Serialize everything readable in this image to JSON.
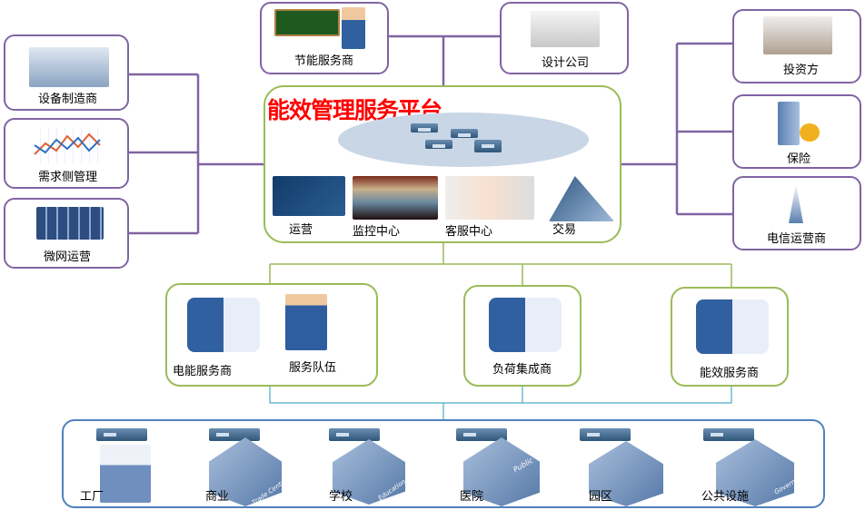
{
  "platform": {
    "title": "能效管理服务平台",
    "modules": [
      "运营",
      "监控中心",
      "客服中心",
      "交易"
    ]
  },
  "left_nodes": [
    "设备制造商",
    "需求侧管理",
    "微网运营"
  ],
  "top_nodes": [
    "节能服务商",
    "设计公司"
  ],
  "right_nodes": [
    "投资方",
    "保险",
    "电信运营商"
  ],
  "middle_nodes": {
    "group1": [
      "电能服务商",
      "服务队伍"
    ],
    "group2": "负荷集成商",
    "group3": "能效服务商"
  },
  "bottom_nodes": [
    {
      "label": "工厂"
    },
    {
      "label": "商业",
      "tag": "Trade Center"
    },
    {
      "label": "学校",
      "tag": "Education"
    },
    {
      "label": "医院",
      "tag": "Public"
    },
    {
      "label": "园区"
    },
    {
      "label": "公共设施",
      "tag": "Government"
    }
  ],
  "colors": {
    "purple": "#8064a2",
    "green": "#9bbb59",
    "blue": "#4f81bd",
    "title_red": "#ff0000"
  }
}
